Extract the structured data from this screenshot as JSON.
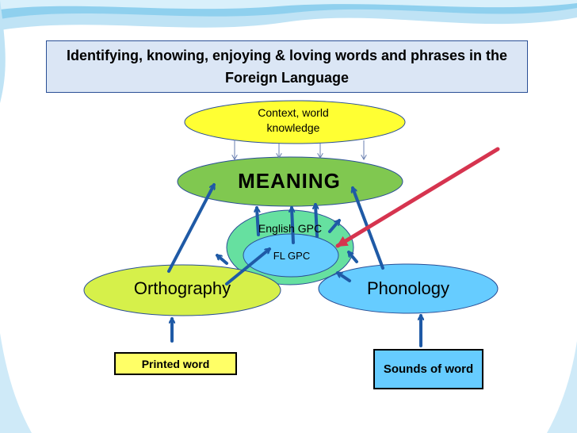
{
  "title": "Identifying, knowing, enjoying & loving words and phrases in the Foreign Language",
  "nodes": {
    "context": "Context, world knowledge",
    "meaning": "MEANING",
    "english_gpc": "English GPC",
    "fl_gpc": "FL GPC",
    "orthography": "Orthography",
    "phonology": "Phonology",
    "printed_word": "Printed word",
    "sounds_of_word": "Sounds of word"
  },
  "colors": {
    "context_fill": "#ffff33",
    "meaning_fill": "#80c850",
    "english_fill": "#66e0a0",
    "fl_fill": "#66ccff",
    "orthography_fill": "#d6f04a",
    "phonology_fill": "#66ccff",
    "printed_fill": "#ffff66",
    "sounds_fill": "#66ccff",
    "arrow_blue": "#1f5aa6",
    "arrow_red": "#d6344f",
    "title_fill": "#dbe6f5",
    "title_border": "#2a4f96"
  }
}
